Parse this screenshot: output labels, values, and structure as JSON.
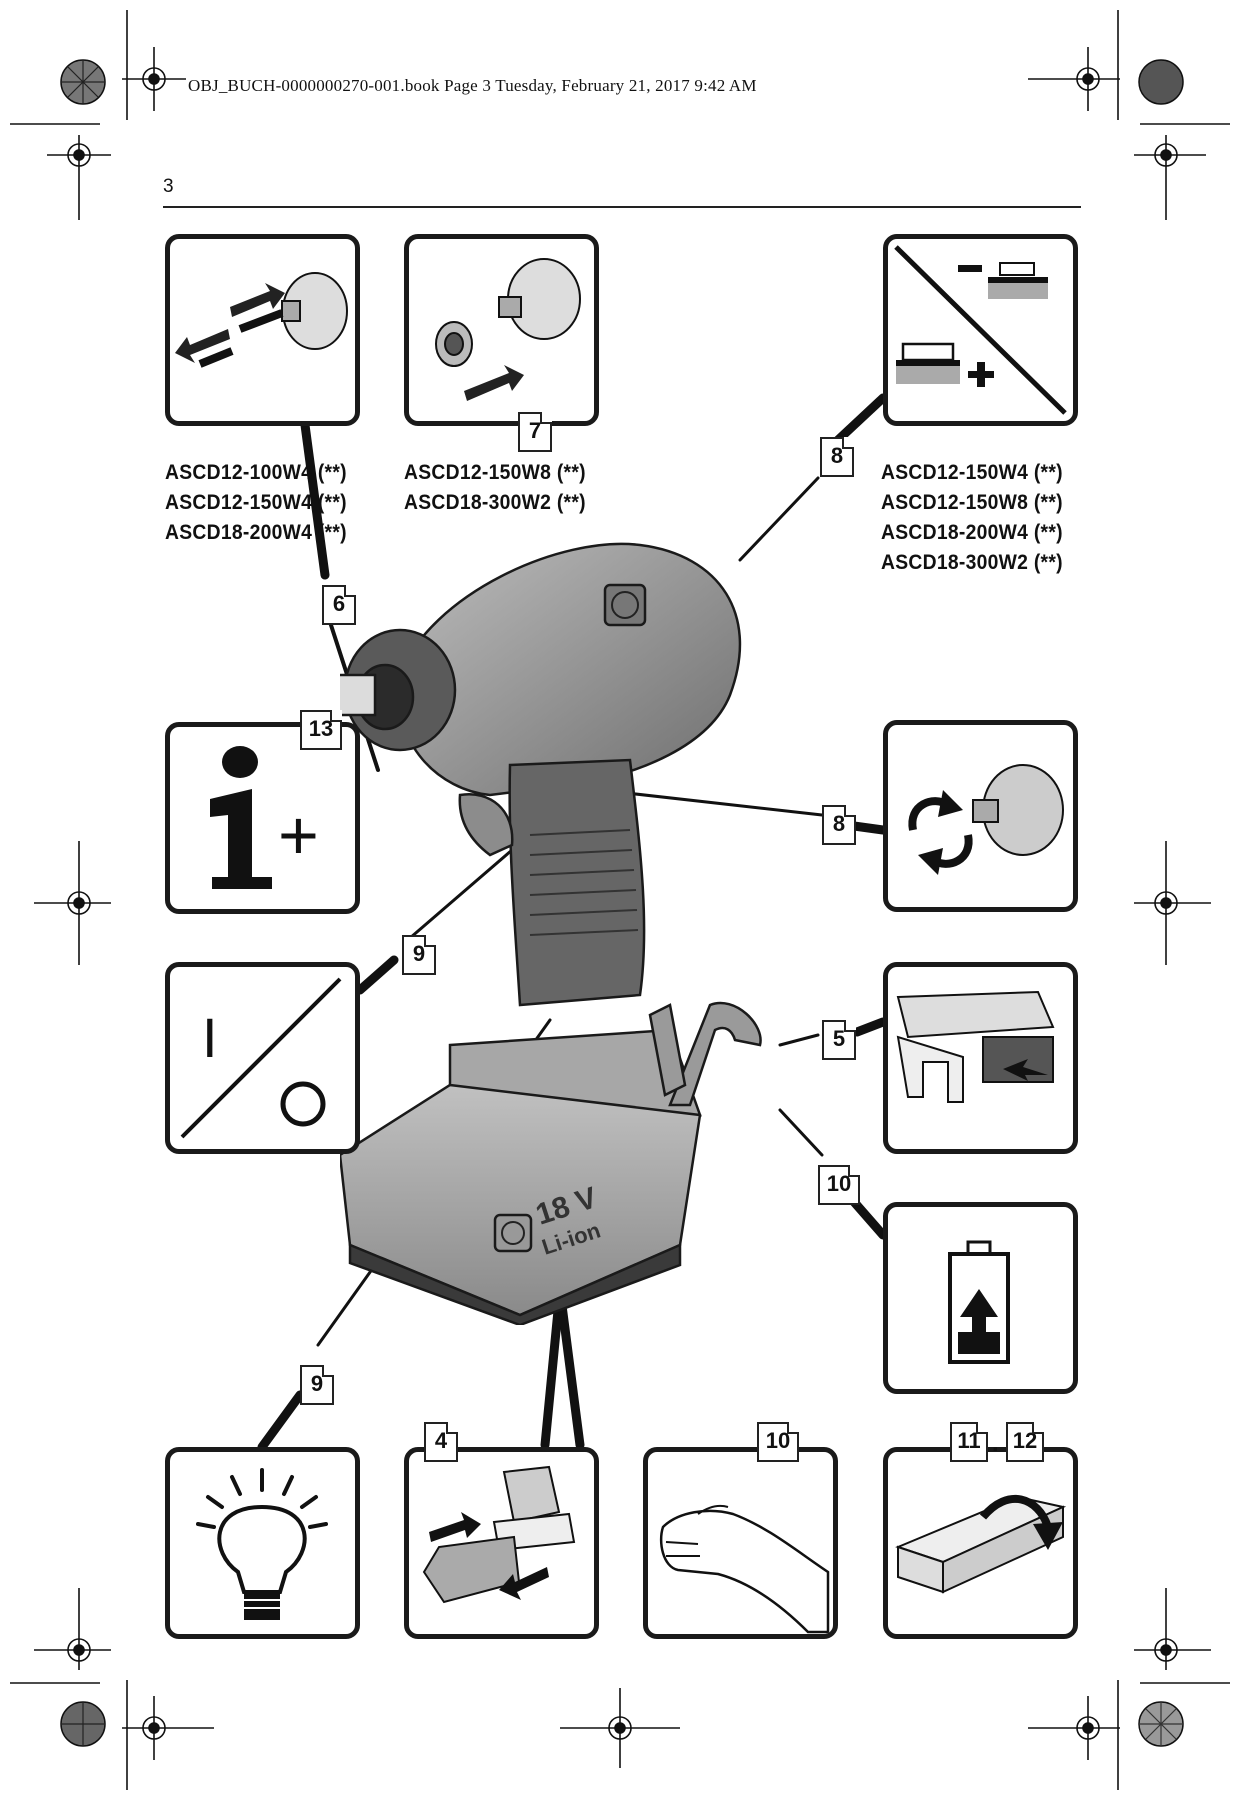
{
  "header": {
    "file_line": "OBJ_BUCH-0000000270-001.book  Page 3  Tuesday, February 21, 2017  9:42 AM",
    "page_number": "3"
  },
  "tags": {
    "t6": "6",
    "t7": "7",
    "t8a": "8",
    "t8b": "8",
    "t13": "13",
    "t9a": "9",
    "t5": "5",
    "t10a": "10",
    "t9b": "9",
    "t4": "4",
    "t10b": "10",
    "t11": "11",
    "t12": "12",
    "t11_12_sep": "."
  },
  "models": {
    "left": [
      "ASCD12-100W4 (**)",
      "ASCD12-150W4 (**)",
      "ASCD18-200W4 (**)"
    ],
    "middle": [
      "ASCD12-150W8 (**)",
      "ASCD18-300W2 (**)"
    ],
    "right": [
      "ASCD12-150W4 (**)",
      "ASCD12-150W8 (**)",
      "ASCD18-200W4 (**)",
      "ASCD18-300W2 (**)"
    ]
  },
  "battery_label": {
    "voltage": "18 V",
    "chem": "Li-ion"
  },
  "panels": {
    "minus_sign": "−",
    "plus_sign": "+",
    "switch_on": "I",
    "switch_off": "O",
    "info_plus": "+"
  }
}
